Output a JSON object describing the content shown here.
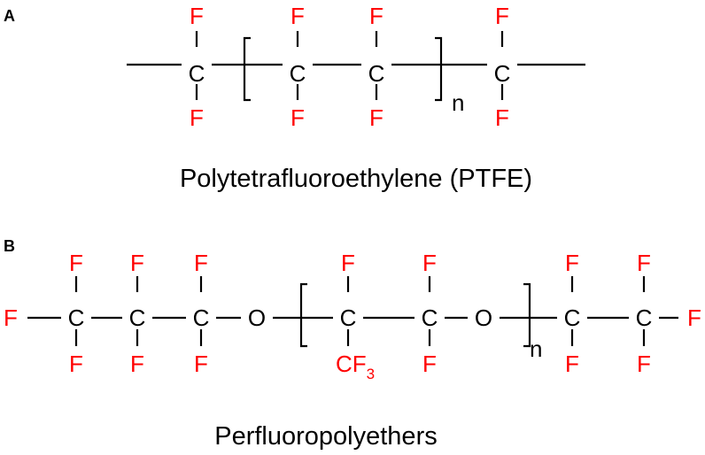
{
  "colors": {
    "fluorine": "#ff0000",
    "carbon": "#000000",
    "oxygen": "#000000",
    "bond": "#000000"
  },
  "panels": [
    {
      "label": "A",
      "name": "Polytetrafluoroethylene (PTFE)",
      "repeat_index": "n",
      "backbone": [
        "C",
        "C",
        "C",
        "C"
      ],
      "substituents": [
        "F",
        "F",
        "F",
        "F",
        "F",
        "F",
        "F",
        "F"
      ]
    },
    {
      "label": "B",
      "name": "Perfluoropolyethers",
      "repeat_index": "n",
      "backbone": [
        "F",
        "C",
        "C",
        "C",
        "O",
        "C",
        "C",
        "O",
        "C",
        "C",
        "F"
      ],
      "substituents": [
        "F",
        "F",
        "F",
        "F",
        "F",
        "F",
        "F",
        "CF",
        "F",
        "F",
        "F",
        "F",
        "F",
        "F"
      ],
      "cf3_subscript": "3"
    }
  ]
}
